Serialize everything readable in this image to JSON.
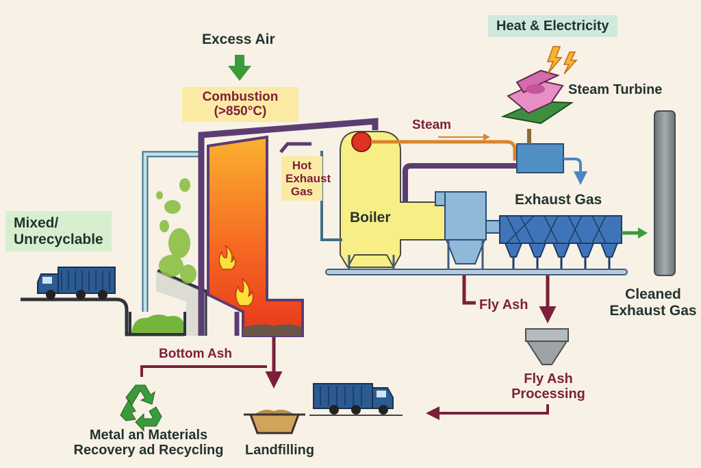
{
  "labels": {
    "excess_air": "Excess Air",
    "combustion_line1": "Combustion",
    "combustion_line2": "(>850°C)",
    "hot_exhaust_line1": "Hot",
    "hot_exhaust_line2": "Exhaust",
    "hot_exhaust_line3": "Gas",
    "steam": "Steam",
    "heat_electricity": "Heat & Electricity",
    "steam_turbine": "Steam Turbine",
    "boiler": "Boiler",
    "exhaust_gas": "Exhaust Gas",
    "cleaned_line1": "Cleaned",
    "cleaned_line2": "Exhaust Gas",
    "mixed_line1": "Mixed/",
    "mixed_line2": "Unrecyclable",
    "fly_ash": "Fly Ash",
    "bottom_ash": "Bottom Ash",
    "fly_ash_proc_line1": "Fly Ash",
    "fly_ash_proc_line2": "Processing",
    "metal_line1": "Metal an Materials",
    "metal_line2": "Recovery ad Recycling",
    "landfilling": "Landfilling"
  },
  "colors": {
    "background": "#f7f1e6",
    "label_dark": "#23332e",
    "label_maroon": "#7c1f3a",
    "furnace_hot": "#f04a1e",
    "furnace_warm": "#fbb12f",
    "boiler": "#f8ee86",
    "filter_blue": "#3f74b8",
    "air_arrow": "#3b9b3a",
    "duct_purple": "#5b3d73",
    "steam_pipe": "#d9842c",
    "truck_blue": "#2c5a92",
    "stack_grey": "#7a8286"
  },
  "icons": {
    "air_arrow": "down-arrow-icon",
    "lightning": "lightning-bolt-icon",
    "flames": "flame-icon",
    "recycle": "recycle-icon",
    "trucks": "truck-icon"
  }
}
